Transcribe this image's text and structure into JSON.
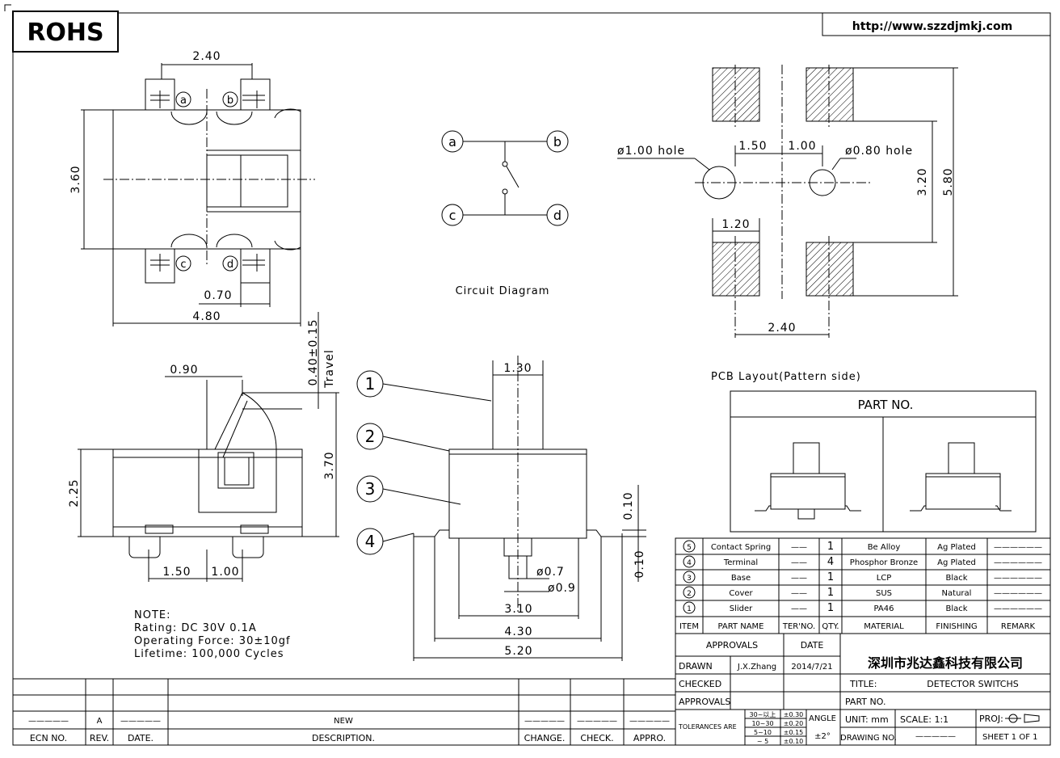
{
  "header": {
    "rohs": "ROHS",
    "url": "http://www.szzdjmkj.com"
  },
  "top_view": {
    "dim_top": "2.40",
    "dim_left": "3.60",
    "dim_0_70": "0.70",
    "dim_bottom": "4.80",
    "pins": [
      "a",
      "b",
      "c",
      "d"
    ]
  },
  "circuit": {
    "nodes": [
      "a",
      "b",
      "c",
      "d"
    ],
    "caption": "Circuit Diagram"
  },
  "pcb": {
    "hole_left": "ø1.00 hole",
    "hole_right": "ø0.80 hole",
    "dim_1_50": "1.50",
    "dim_1_00": "1.00",
    "dim_3_20": "3.20",
    "dim_5_80": "5.80",
    "dim_1_20": "1.20",
    "dim_2_40": "2.40",
    "caption": "PCB Layout(Pattern side)"
  },
  "side_view": {
    "dim_0_90": "0.90",
    "dim_travel": "0.40±0.15",
    "travel_label": "Travel",
    "dim_3_70": "3.70",
    "dim_2_25": "2.25",
    "dim_1_50": "1.50",
    "dim_1_00": "1.00"
  },
  "front_view": {
    "balloons": [
      "1",
      "2",
      "3",
      "4"
    ],
    "dim_1_30": "1.30",
    "dim_0_10a": "0.10",
    "dim_0_10b": "0.10",
    "dim_d07": "ø0.7",
    "dim_d09": "ø0.9",
    "dim_3_10": "3.10",
    "dim_4_30": "4.30",
    "dim_5_20": "5.20"
  },
  "notes": {
    "title": "NOTE:",
    "rating": "Rating: DC 30V 0.1A",
    "force": "Operating Force: 30±10gf",
    "lifetime": "Lifetime: 100,000 Cycles"
  },
  "part_no_box": {
    "title": "PART NO."
  },
  "bom": {
    "rows": [
      {
        "item": "5",
        "name": "Contact Spring",
        "ter": "——",
        "qty": "1",
        "material": "Be Alloy",
        "finishing": "Ag Plated",
        "remark": "——————"
      },
      {
        "item": "4",
        "name": "Terminal",
        "ter": "——",
        "qty": "4",
        "material": "Phosphor Bronze",
        "finishing": "Ag Plated",
        "remark": "——————"
      },
      {
        "item": "3",
        "name": "Base",
        "ter": "——",
        "qty": "1",
        "material": "LCP",
        "finishing": "Black",
        "remark": "——————"
      },
      {
        "item": "2",
        "name": "Cover",
        "ter": "——",
        "qty": "1",
        "material": "SUS",
        "finishing": "Natural",
        "remark": "——————"
      },
      {
        "item": "1",
        "name": "Slider",
        "ter": "——",
        "qty": "1",
        "material": "PA46",
        "finishing": "Black",
        "remark": "——————"
      }
    ],
    "header": {
      "item": "ITEM",
      "name": "PART NAME",
      "ter": "TER'NO.",
      "qty": "QTY.",
      "material": "MATERIAL",
      "finishing": "FINISHING",
      "remark": "REMARK"
    }
  },
  "title_block": {
    "approvals": "APPROVALS",
    "date": "DATE",
    "drawn": "DRAWN",
    "drawn_by": "J.X.Zhang",
    "drawn_date": "2014/7/21",
    "checked": "CHECKED",
    "approvals2": "APPROVALS",
    "company": "深圳市兆达鑫科技有限公司",
    "title_label": "TITLE:",
    "title_value": "DETECTOR SWITCHS",
    "part_no_label": "PART NO.",
    "tolerances": "TOLERANCES ARE",
    "tol_rows": [
      {
        "range": "30~以上",
        "val": "±0.30"
      },
      {
        "range": "10~30",
        "val": "±0.20"
      },
      {
        "range": "5~10",
        "val": "±0.15"
      },
      {
        "range": "~ 5",
        "val": "±0.10"
      }
    ],
    "angle": "ANGLE",
    "angle_val": "±2°",
    "unit": "UNIT: mm",
    "scale": "SCALE:  1:1",
    "proj": "PROJ:",
    "drawing_no": "DRAWING NO.",
    "drawing_no_val": "—————",
    "sheet": "SHEET   1 OF 1"
  },
  "revision": {
    "row": {
      "ecn": "—————",
      "rev": "A",
      "date": "—————",
      "desc": "NEW",
      "change": "—————",
      "check": "—————",
      "appro": "—————"
    },
    "headers": {
      "ecn": "ECN NO.",
      "rev": "REV.",
      "date": "DATE.",
      "desc": "DESCRIPTION.",
      "change": "CHANGE.",
      "check": "CHECK.",
      "appro": "APPRO."
    }
  }
}
